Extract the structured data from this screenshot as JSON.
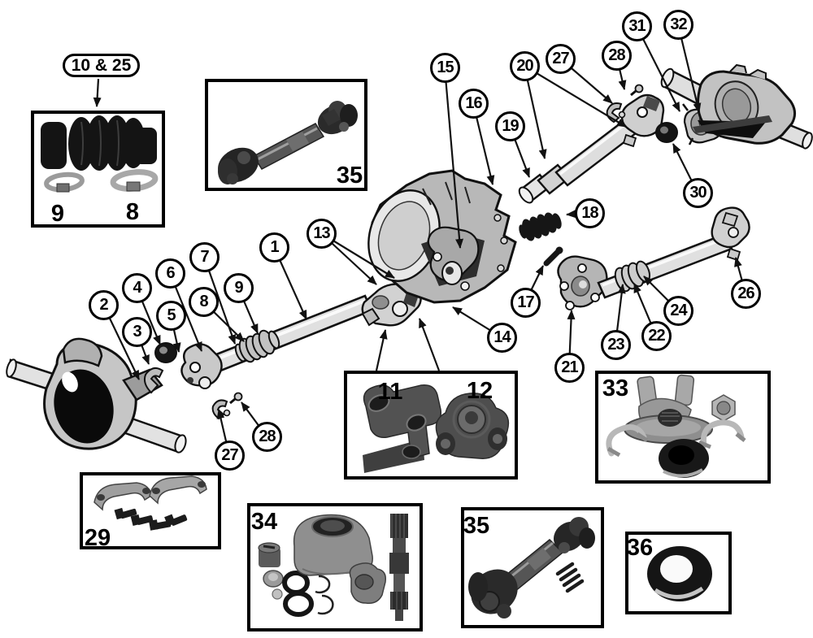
{
  "diagram": {
    "type": "exploded-parts-diagram",
    "subject": "Jeep driveshaft, transfer case and axle components",
    "background_color": "#ffffff",
    "line_color": "#111111",
    "combined_callout": "10 & 25",
    "callouts": [
      "1",
      "2",
      "3",
      "4",
      "5",
      "6",
      "7",
      "8",
      "9",
      "13",
      "14",
      "15",
      "16",
      "17",
      "18",
      "19",
      "20",
      "21",
      "22",
      "23",
      "24",
      "26",
      "27",
      "28",
      "27",
      "28",
      "30",
      "31",
      "32"
    ],
    "boxes": {
      "boot_kit": {
        "left_label": "9",
        "right_label": "8"
      },
      "driveshaft_top": {
        "label": "35"
      },
      "yoke_pair": {
        "left_label": "11",
        "right_label": "12"
      },
      "pinion_yoke_kit": {
        "label": "33"
      },
      "strap_kit": {
        "label": "29"
      },
      "output_shaft_kit": {
        "label": "34"
      },
      "driveshaft_bottom": {
        "label": "35"
      },
      "oil_seal": {
        "label": "36"
      }
    }
  }
}
